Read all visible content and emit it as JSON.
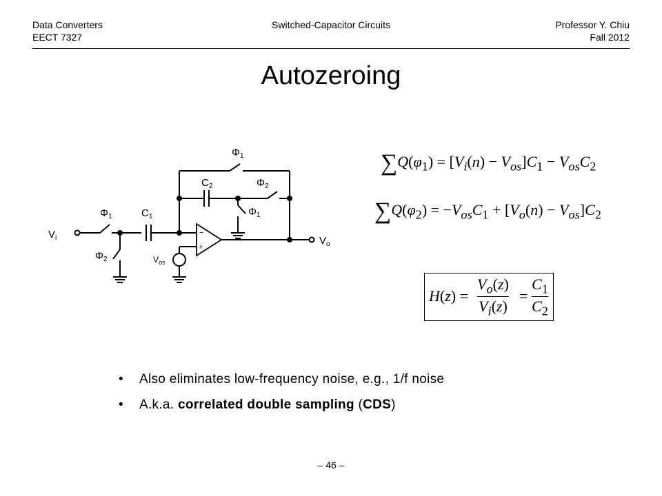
{
  "header": {
    "left_line1": "Data Converters",
    "left_line2": "EECT 7327",
    "center": "Switched-Capacitor Circuits",
    "right_line1": "Professor Y. Chiu",
    "right_line2": "Fall 2012"
  },
  "title": "Autozeroing",
  "circuit": {
    "input_label": "Vi",
    "output_label": "Vo",
    "phi1": "Φ1",
    "phi2": "Φ2",
    "c1": "C1",
    "c2": "C2",
    "vos": "Vos",
    "minus": "−",
    "plus": "+"
  },
  "equations": {
    "eq1": "ΣQ(φ1) = [Vi(n) − Vos]C1 − VosC2",
    "eq2": "ΣQ(φ2) = −VosC1 + [Vo(n) − Vos]C2",
    "transfer": "H(z) = Vo(z)/Vi(z) = C1/C2"
  },
  "bullets": [
    {
      "text": "Also eliminates low-frequency noise, e.g., 1/f noise"
    },
    {
      "prefix": "A.k.a. ",
      "bold": "correlated double sampling",
      "mid": " (",
      "bold2": "CDS",
      "suffix": ")"
    }
  ],
  "footer": "– 46 –"
}
